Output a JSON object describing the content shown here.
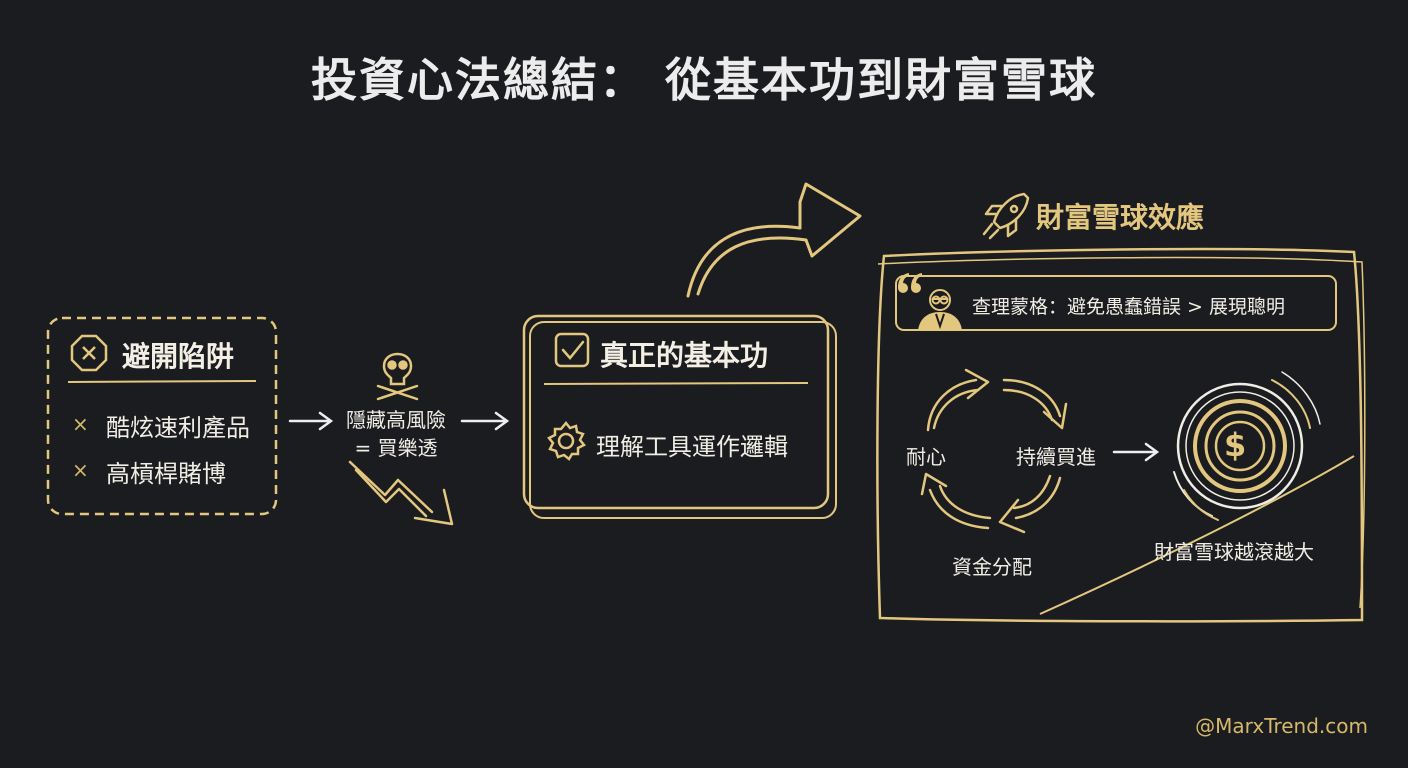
{
  "title": "投資心法總結： 從基本功到財富雪球",
  "traps": {
    "heading": "避開陷阱",
    "items": [
      "酷炫速利產品",
      "高槓桿賭博"
    ],
    "mark": "×"
  },
  "risk": {
    "line1": "隱藏高風險",
    "line2": "= 買樂透"
  },
  "fundamentals": {
    "heading": "真正的基本功",
    "item": "理解工具運作邏輯"
  },
  "snowball": {
    "heading": "財富雪球效應",
    "quote": "查理蒙格：避免愚蠢錯誤 > 展現聰明",
    "cycle": [
      "耐心",
      "持續買進",
      "資金分配"
    ],
    "result": "財富雪球越滾越大",
    "coin_symbol": "$"
  },
  "watermark": "@MarxTrend.com",
  "colors": {
    "background": "#1b1c20",
    "gold": "#e3c77e",
    "text": "#f0ede4"
  }
}
